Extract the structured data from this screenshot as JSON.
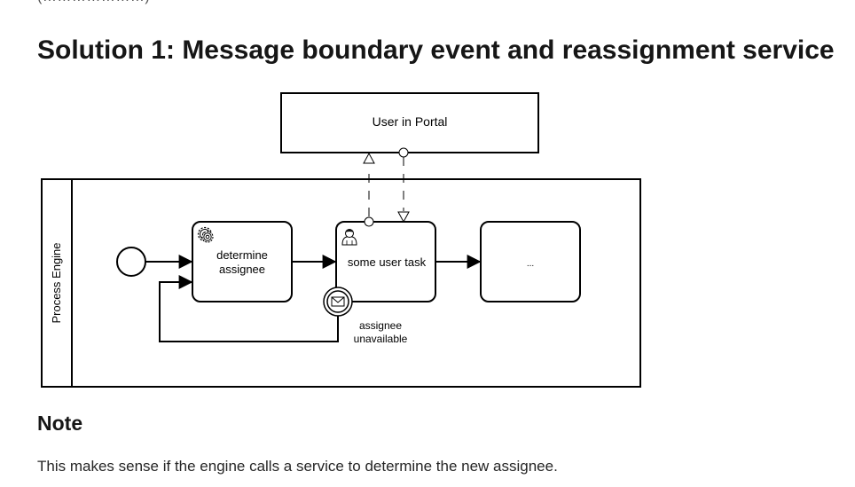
{
  "page": {
    "top_fragment": "(…………………)",
    "heading": "Solution 1: Message boundary event and reassignment service",
    "note_heading": "Note",
    "note_text": "This makes sense if the engine calls a service to determine the new assignee."
  },
  "diagram": {
    "external_participant": "User in Portal",
    "pool_label": "Process Engine",
    "tasks": {
      "determine_assignee": [
        "determine",
        "assignee"
      ],
      "user_task": "some user task",
      "next_task": "..."
    },
    "boundary_event_label": [
      "assignee",
      "unavailable"
    ]
  },
  "icons": {
    "service_task": "gear-icon",
    "user_task": "user-icon",
    "boundary_event": "envelope-icon",
    "start_event": "start-event-circle"
  }
}
